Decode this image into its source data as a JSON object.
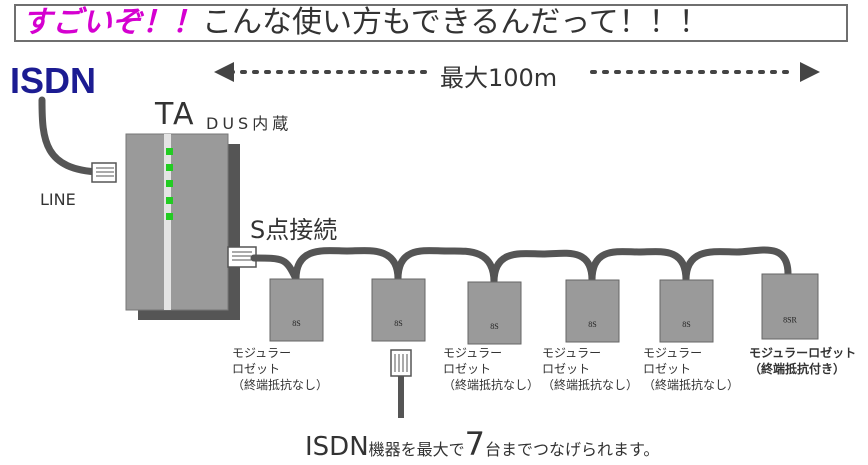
{
  "headline": {
    "emphasis": "すごいぞ！！",
    "rest": "こんな使い方もできるんだって！！！"
  },
  "isdn_title": "ISDN",
  "distance_label": "最大100m",
  "ta": {
    "label": "TA",
    "sublabel": "DUS内蔵",
    "led_color": "#22cc22"
  },
  "line_label": "LINE",
  "s_connection_label": "S点接続",
  "outlets": [
    {
      "box": "8S",
      "label_lines": [
        "モジュラー",
        "ロゼット",
        "（終端抵抗なし）"
      ]
    },
    {
      "box": "8S",
      "label_lines": []
    },
    {
      "box": "8S",
      "label_lines": [
        "モジュラー",
        "ロゼット",
        "（終端抵抗なし）"
      ]
    },
    {
      "box": "8S",
      "label_lines": [
        "モジュラー",
        "ロゼット",
        "（終端抵抗なし）"
      ]
    },
    {
      "box": "8S",
      "label_lines": [
        "モジュラー",
        "ロゼット",
        "（終端抵抗なし）"
      ]
    },
    {
      "box": "8SR",
      "label_lines": [
        "モジュラーロゼット",
        "（終端抵抗付き）"
      ]
    }
  ],
  "footer": {
    "part1": "ISDN",
    "part2": "機器を最大で",
    "number": "7",
    "part3": "台までつなげられます。"
  }
}
